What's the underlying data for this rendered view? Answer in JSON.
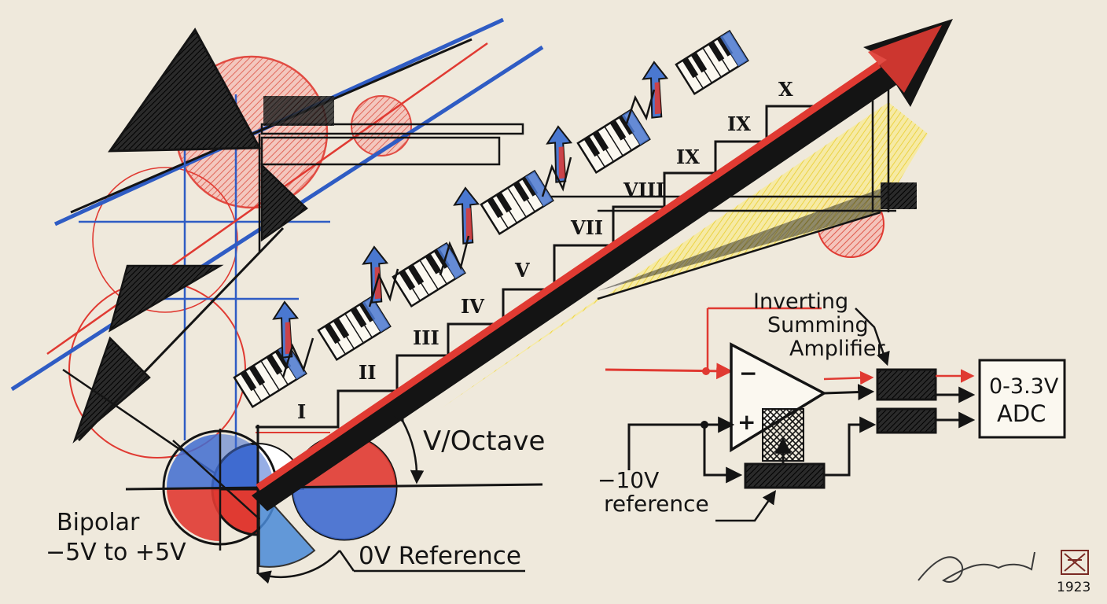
{
  "labels": {
    "v_octave": "V/Octave",
    "bipolar_line1": "Bipolar",
    "bipolar_line2": "−5V to +5V",
    "zero_ref": "0V Reference",
    "amp_line1": "Inverting",
    "amp_line2": "Summing",
    "amp_line3": "Amplifier",
    "adc_line1": "0-3.3V",
    "adc_line2": "ADC",
    "ref_line1": "−10V",
    "ref_line2": "reference",
    "opamp_minus": "−",
    "opamp_plus": "+",
    "year": "1923",
    "signature": "Arm"
  },
  "steps": [
    "I",
    "II",
    "III",
    "IV",
    "V",
    "VII",
    "VIII",
    "IX",
    "IX",
    "X"
  ],
  "colors": {
    "paper": "#efe9dc",
    "ink": "#141414",
    "red": "#e03a32",
    "blue": "#2f5cc4",
    "yellow": "#f2dc4a"
  },
  "icons": [
    "piano-keys-icon",
    "up-arrow-icon",
    "op-amp-icon",
    "signature-monogram-icon"
  ]
}
